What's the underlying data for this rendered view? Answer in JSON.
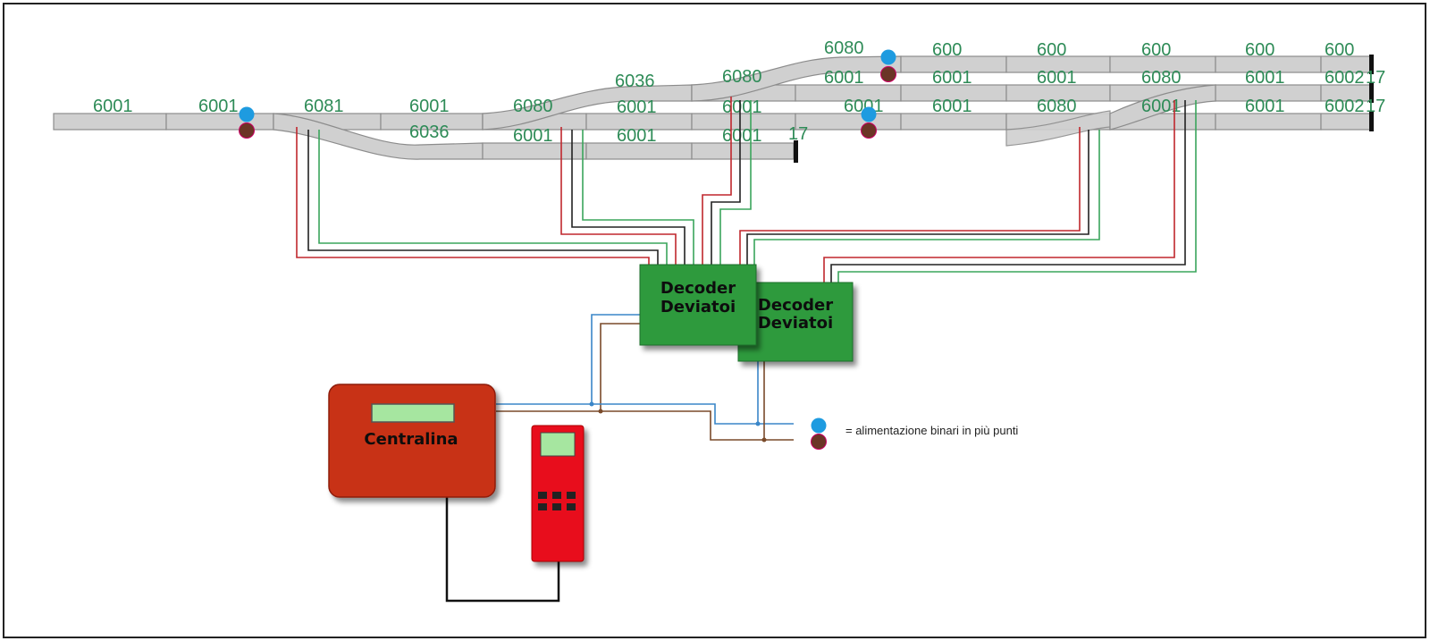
{
  "colors": {
    "track": "#d0d0d0",
    "track_edge": "#8c8c8c",
    "label_green": "#2e8b57",
    "wire_red": "#c0272d",
    "wire_black": "#222222",
    "wire_green": "#3aa55c",
    "wire_blue": "#3a86c8",
    "wire_brown": "#7a4a2a",
    "feeder_blue": "#1e9be0",
    "feeder_brown": "#6b3526",
    "decoder_fill": "#2e9a3e",
    "central_fill": "#c83012",
    "handheld_fill": "#e8101c",
    "lcd_fill": "#a6e6a0"
  },
  "track_labels": {
    "t1": "6001",
    "t2": "6001",
    "t3": "6081",
    "t4": "6001",
    "t5": "6036",
    "t6": "6080",
    "t7": "6036",
    "t8": "6001",
    "t9": "6001",
    "t10": "6080",
    "t11": "6001",
    "t12": "6001",
    "t13": "17",
    "t14": "6080",
    "t15": "6001",
    "t16": "6001",
    "t17": "6080",
    "t18": "6001",
    "t19": "600",
    "t20": "600",
    "t21": "600",
    "t22": "600",
    "t23": "600",
    "t24": "6001",
    "t25": "6001",
    "t26": "6080",
    "t27": "6001",
    "t28": "6002",
    "t29": "17",
    "t30": "6001",
    "t31": "6002",
    "t32": "17"
  },
  "decoders": [
    {
      "label_line1": "Decoder",
      "label_line2": "Deviatoi"
    },
    {
      "label_line1": "Decoder",
      "label_line2": "Deviatoi"
    }
  ],
  "central_unit": {
    "label": "Centralina"
  },
  "legend": {
    "text": "= alimentazione binari in più punti",
    "icon_top": "feeder-blue-dot",
    "icon_bottom": "feeder-brown-dot"
  }
}
